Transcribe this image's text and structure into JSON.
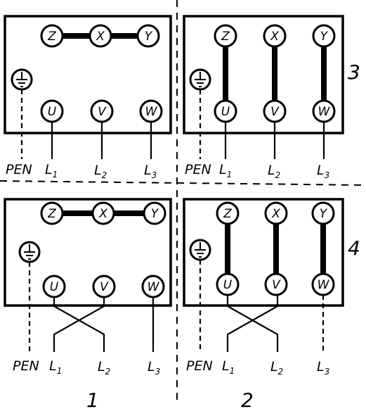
{
  "terminals": {
    "U": "U",
    "V": "V",
    "W": "W",
    "X": "X",
    "Y": "Y",
    "Z": "Z"
  },
  "lines": {
    "pen": "PEN",
    "l1": "L",
    "l1_sub": "1",
    "l2": "L",
    "l2_sub": "2",
    "l3": "L",
    "l3_sub": "3"
  },
  "panel_numbers": {
    "top_right": "3",
    "bottom_right": "4",
    "bottom_left": "1",
    "bottom_right_column": "2"
  }
}
